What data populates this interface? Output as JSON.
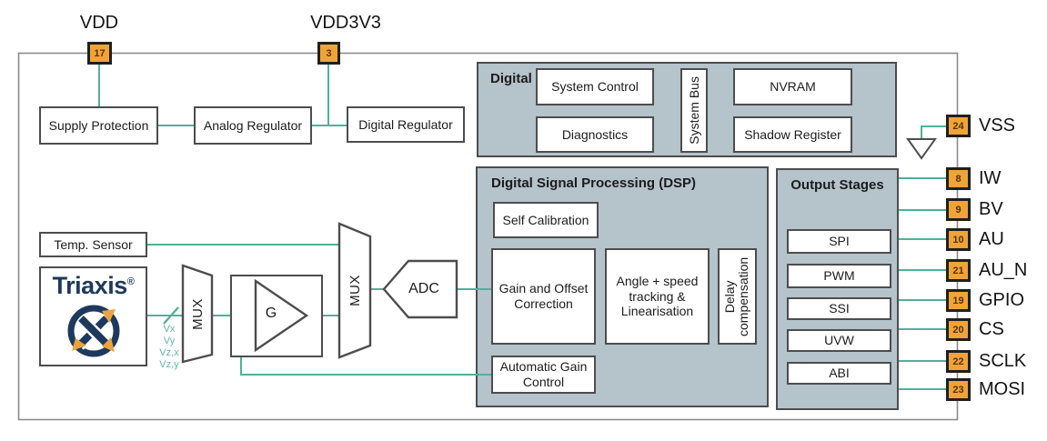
{
  "colors": {
    "teal": "#52b09a",
    "teal_light": "#5fb8a5",
    "block_fill": "#b5c3cb",
    "pin_orange": "#f0a437",
    "navy": "#1d3a5e",
    "arrow_orange": "#eda33b",
    "border": "#4d4d4d",
    "outline": "#8c8c8c"
  },
  "pins": {
    "top": [
      {
        "num": "17",
        "label": "VDD"
      },
      {
        "num": "3",
        "label": "VDD3V3"
      }
    ],
    "right": [
      {
        "num": "24",
        "label": "VSS"
      },
      {
        "num": "8",
        "label": "IW"
      },
      {
        "num": "9",
        "label": "BV"
      },
      {
        "num": "10",
        "label": "AU"
      },
      {
        "num": "21",
        "label": "AU_N"
      },
      {
        "num": "19",
        "label": "GPIO"
      },
      {
        "num": "20",
        "label": "CS"
      },
      {
        "num": "22",
        "label": "SCLK"
      },
      {
        "num": "23",
        "label": "MOSI"
      }
    ]
  },
  "supply": {
    "supply_protection": "Supply Protection",
    "analog_regulator": "Analog Regulator",
    "digital_regulator": "Digital Regulator"
  },
  "frontend": {
    "temp_sensor": "Temp. Sensor",
    "brand": "Triaxis",
    "brand_reg": "®",
    "mux1": "MUX",
    "gain": "G",
    "mux2": "MUX",
    "adc": "ADC",
    "bus_labels": [
      "Vx",
      "Vy",
      "Vz,x",
      "Vz,y"
    ]
  },
  "digital_block": {
    "title": "Digital",
    "system_control": "System Control",
    "diagnostics": "Diagnostics",
    "system_bus": "System Bus",
    "nvram": "NVRAM",
    "shadow_register": "Shadow Register"
  },
  "dsp_block": {
    "title": "Digital Signal Processing (DSP)",
    "self_calibration": "Self Calibration",
    "gain_offset": "Gain and Offset\nCorrection",
    "angle_speed": "Angle + speed\ntracking &\nLinearisation",
    "delay": "Delay\ncompensation",
    "agc": "Automatic Gain\nControl"
  },
  "output_block": {
    "title": "Output Stages",
    "interfaces": [
      "SPI",
      "PWM",
      "SSI",
      "UVW",
      "ABI"
    ]
  }
}
